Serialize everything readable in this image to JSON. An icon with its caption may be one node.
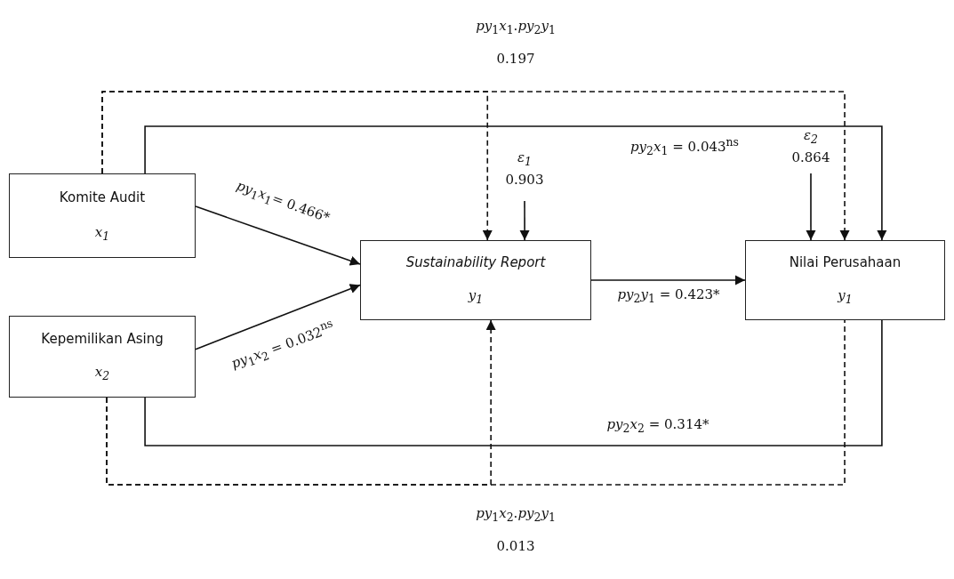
{
  "diagram": {
    "nodes": [
      {
        "text": [
          "Komite Audit",
          "x$_{1}$"
        ]
      },
      {
        "text": [
          "Kepemilikan Asing",
          "x$_{2}$"
        ]
      },
      {
        "text": [
          "Sustainability Report",
          "y$_{1}$"
        ]
      },
      {
        "text": [
          "Nilai Perusahaan",
          "y$_{1}$"
        ]
      },
      {
        "text": [
          "ε$_{1}$",
          "0.903"
        ]
      },
      {
        "text": [
          "ε$_{2}$",
          "0.864"
        ]
      }
    ],
    "edges": [
      {
        "from": 0,
        "to": 2,
        "arrow": "to",
        "label": "*py*$_{1}$*x*$_{1}$= 0.466*"
      },
      {
        "from": 1,
        "to": 2,
        "arrow": "to",
        "label": "*py*$_{1}$*x*$_{2}$ = 0.032$^{ns}$"
      },
      {
        "from": 2,
        "to": 3,
        "arrow": "to",
        "label": "*py*$_{2}$*y*$_{1}$ = 0.423*"
      },
      {
        "from": 0,
        "to": 3,
        "arrow": "to",
        "label": "*py*$_{2}$*x*$_{1}$ = 0.043$^{ns}$"
      },
      {
        "from": 1,
        "to": 3,
        "arrow": "none",
        "label": "*py*$_{2}$*x*$_{2}$ = 0.314*"
      },
      {
        "from": 0,
        "to": 2,
        "arrow": "to",
        "style": "dashed"
      },
      {
        "from": 0,
        "to": 3,
        "arrow": "to",
        "style": "dashed"
      },
      {
        "from": 1,
        "to": 2,
        "arrow": "to",
        "style": "dashed"
      },
      {
        "from": 1,
        "to": 3,
        "arrow": "none",
        "style": "dashed"
      },
      {
        "from": 4,
        "to": 2,
        "arrow": "to"
      },
      {
        "from": 5,
        "to": 3,
        "arrow": "to"
      }
    ],
    "labels": [
      "*py*$_{1}$*x*$_{1}$.*py*$_{2}$*y*$_{1}$",
      "0.197",
      "*py*$_{1}$*x*$_{2}$.*py*$_{2}$*y*$_{1}$",
      "0.013"
    ]
  }
}
